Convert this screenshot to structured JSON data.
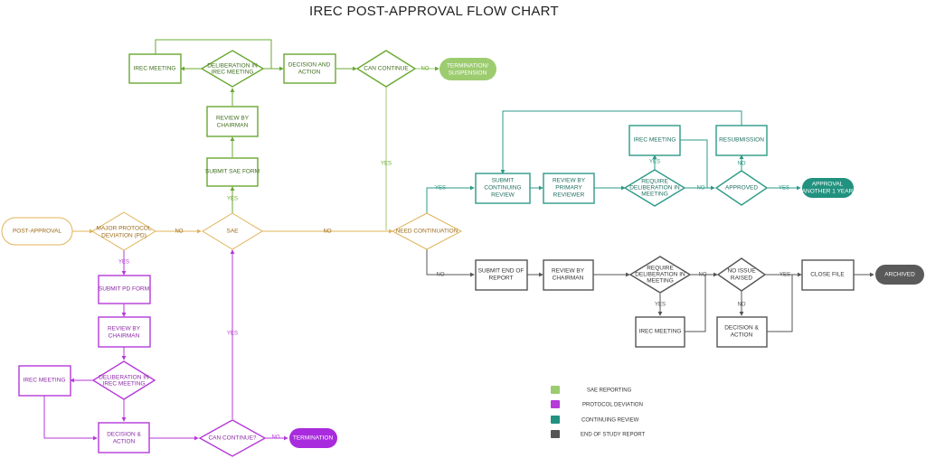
{
  "title": "IREC POST-APPROVAL FLOW CHART",
  "colors": {
    "sae": "#6aa832",
    "sae_light": "#9ccc6f",
    "pd": "#b53ad8",
    "pd_bright": "#a92bde",
    "cr": "#2e9a87",
    "cr_fill": "#21927f",
    "eos": "#555555",
    "eos_fill": "#5a5a5a",
    "orange": "#e0b35a",
    "orange_text": "#9a6a1a"
  },
  "nodes": {
    "post_approval": "POST-APPROVAL",
    "major_pd": [
      "MAJOR PROTOCOL",
      "DEVIATION (PD)"
    ],
    "sae": "SAE",
    "need_continuation": "NEED CONTINUATION",
    "submit_sae": "SUBMIT SAE FORM",
    "review_chairman_sae": [
      "REVIEW BY",
      "CHAIRMAN"
    ],
    "irec_meeting_sae": "IREC MEETING",
    "deliberation_sae": [
      "DELIBERATION IN",
      "IREC MEETING"
    ],
    "decision_sae": [
      "DECISION AND",
      "ACTION"
    ],
    "can_continue_sae": "CAN CONTINUE",
    "termination_suspension": [
      "TERMINATION/",
      "SUSPENSION"
    ],
    "submit_pd": "SUBMIT PD FORM",
    "review_chairman_pd": [
      "REVIEW BY",
      "CHAIRMAN"
    ],
    "deliberation_pd": [
      "DELIBERATION IN",
      "IREC MEETING"
    ],
    "irec_meeting_pd": "IREC MEETING",
    "decision_pd": [
      "DECISION &",
      "ACTION"
    ],
    "can_continue_pd": "CAN CONTINUE?",
    "termination_pd": "TERMINATION",
    "submit_cr": [
      "SUBMIT",
      "CONTINUING",
      "REVIEW"
    ],
    "review_primary": [
      "REVIEW BY",
      "PRIMARY",
      "REVIEWER"
    ],
    "require_delib_cr": [
      "REQUIRE",
      "DELIBERATION IN",
      "MEETING"
    ],
    "irec_meeting_cr": "IREC MEETING",
    "resubmission": "RESUBMISSION",
    "approved": "APPROVED",
    "approval_year": [
      "APPROVAL",
      "ANOTHER 1 YEAR"
    ],
    "submit_eos": [
      "SUBMIT END OF",
      "REPORT"
    ],
    "review_chairman_eos": [
      "REVIEW BY",
      "CHAIRMAN"
    ],
    "require_delib_eos": [
      "REQUIRE",
      "DELIBERATION IN",
      "MEETING"
    ],
    "irec_meeting_eos": "IREC MEETING",
    "no_issue": [
      "NO ISSUE",
      "RAISED"
    ],
    "decision_eos": [
      "DECISION &",
      "ACTION"
    ],
    "close_file": "CLOSE FILE",
    "archived": "ARCHIVED"
  },
  "labels": {
    "yes": "YES",
    "no": "NO"
  },
  "legend": [
    {
      "label": "SAE REPORTING",
      "color": "#9ccc6f"
    },
    {
      "label": "PROTOCOL DEVIATION",
      "color": "#b53ad8"
    },
    {
      "label": "CONTINUING REVIEW",
      "color": "#21927f"
    },
    {
      "label": "END OF STUDY REPORT",
      "color": "#555555"
    }
  ]
}
